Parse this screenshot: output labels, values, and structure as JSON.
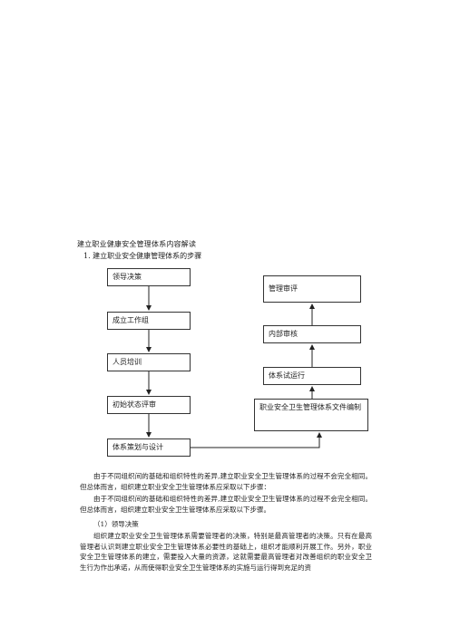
{
  "document": {
    "title": "建立职业健康安全管理体系内容解读",
    "section_1": "1. 建立职业安全健康管理体系的步骤",
    "flow": {
      "left": [
        "领导决策",
        "成立工作组",
        "人员培训",
        "初始状态评审",
        "体系策划与设计"
      ],
      "right": [
        "管理审评",
        "内部审核",
        "体系试运行",
        "职业安全卫生管理体系文件编制"
      ]
    },
    "paragraphs": [
      "由于不同组织间的基础和组织特性的差异,建立职业安全卫生管理体系的过程不会完全相同。但总体而言，组织建立职业安全卫生管理体系应采取以下步骤：",
      "由于不同组织间的基础和组织特性的差异,建立职业安全卫生管理体系的过程不会完全相同。但总体而言，组织建立职业安全卫生管理体系应采取以下步骤。"
    ],
    "subheading": "（1）领导决策",
    "body": "组织建立职业安全卫生管理体系需要管理者的决策，特别是最高管理者的决策。只有在最高管理者认识到建立职业安全卫生管理体系必要性的基础上，组织才能顺利开展工作。另外，职业安全卫生管理体系的建立，需要投入大量的资源，这就需要最高管理者对改善组织的职业安全卫生行为作出承诺，从而使得职业安全卫生管理体系的实施与运行得到充足的资"
  }
}
